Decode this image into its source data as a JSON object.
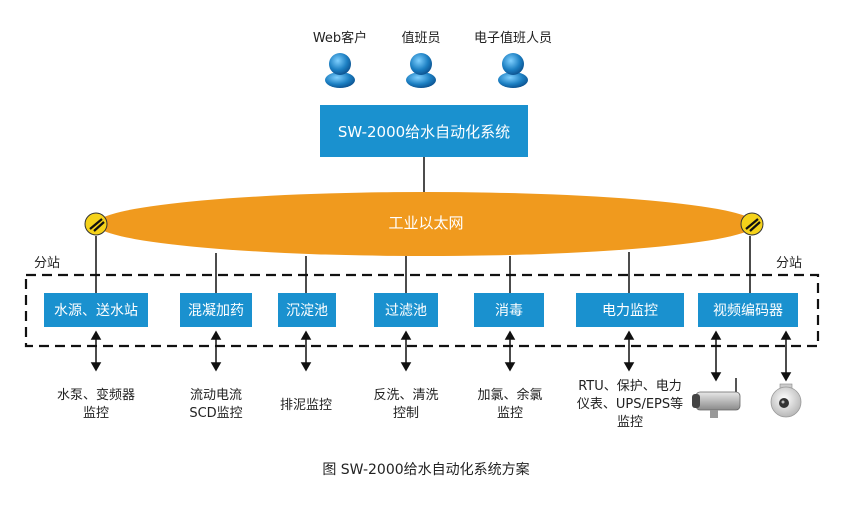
{
  "users": [
    {
      "label": "Web客户"
    },
    {
      "label": "值班员"
    },
    {
      "label": "电子值班人员"
    }
  ],
  "system_box": "SW-2000给水自动化系统",
  "network_label": "工业以太网",
  "substation_left": "分站",
  "substation_right": "分站",
  "modules": [
    {
      "label": "水源、送水站",
      "desc": "水泵、变频器\n监控"
    },
    {
      "label": "混凝加药",
      "desc": "流动电流\nSCD监控"
    },
    {
      "label": "沉淀池",
      "desc": "排泥监控"
    },
    {
      "label": "过滤池",
      "desc": "反洗、清洗\n控制"
    },
    {
      "label": "消毒",
      "desc": "加氯、余氯\n监控"
    },
    {
      "label": "电力监控",
      "desc": "RTU、保护、电力\n仪表、UPS/EPS等\n监控"
    },
    {
      "label": "视频编码器",
      "desc": ""
    }
  ],
  "caption": "图 SW-2000给水自动化系统方案",
  "colors": {
    "box": "#1a91cf",
    "network": "#f09a1e",
    "person": "#1c7fc2"
  },
  "icons": [
    "person-icon",
    "network-switch-icon",
    "camera-icon",
    "dome-camera-icon"
  ]
}
